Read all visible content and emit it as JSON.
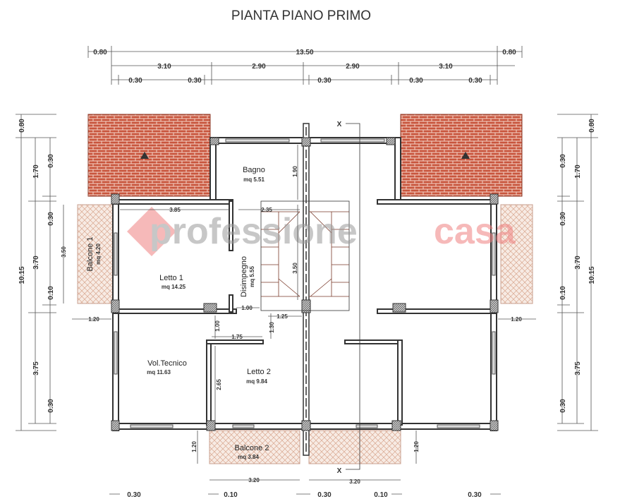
{
  "title": "PIANTA PIANO PRIMO",
  "watermark": {
    "part1": "professione",
    "part2": "casa",
    "color1": "#9a9a9a",
    "color2": "#f08080"
  },
  "colors": {
    "roof": "#c8553d",
    "balcony": "#e9c6b6",
    "wall_hatch": "#555555"
  },
  "rooms": {
    "bagno": {
      "name": "Bagno",
      "area": "mq 5.51"
    },
    "letto1": {
      "name": "Letto 1",
      "area": "mq 14.25"
    },
    "disimpegno": {
      "name": "Disimpegno",
      "area": "mq 5.55"
    },
    "vol_tecnico": {
      "name": "Vol.Tecnico",
      "area": "mq 11.63"
    },
    "letto2": {
      "name": "Letto 2",
      "area": "mq 9.84"
    },
    "balcone1": {
      "name": "Balcone 1",
      "area": "mq 4.20"
    },
    "balcone2": {
      "name": "Balcone 2",
      "area": "mq 3.84"
    }
  },
  "section_marker": "X",
  "top_dims": {
    "row1": [
      "0.80",
      "13.50",
      "0.80"
    ],
    "row2": [
      "3.10",
      "2.90",
      "2.90",
      "3.10"
    ],
    "row3": [
      "0.30",
      "0.30",
      "0.30",
      "0.30",
      "0.30"
    ]
  },
  "left_dims": [
    "0.80",
    "1.70",
    "0.30",
    "0.30",
    "3.70",
    "0.10",
    "10.15",
    "3.75",
    "0.30"
  ],
  "right_dims": [
    "0.80",
    "0.30",
    "1.70",
    "0.30",
    "3.70",
    "0.10",
    "10.15",
    "3.75",
    "0.30"
  ],
  "inner_dims": {
    "letto1_width": "3.85",
    "stair_width": "2.35",
    "bagno_depth": "1.90",
    "stair_depth": "3.50",
    "door_left": "1.00",
    "landing": "1.25",
    "landing_depth": "1.30",
    "wall_offset": "1.00",
    "letto2_niche": "1.75",
    "letto2_wall": "2.65",
    "balcone1_len": "3.50",
    "balcone1_depth": "1.20",
    "balcone_right_depth": "1.20",
    "balcone2_depth": "1.20",
    "balcone_br_depth": "1.20",
    "balcone2_width": "3.20",
    "balcone_br_width": "3.20"
  },
  "bottom_dims": [
    "0.30",
    "0.10",
    "0.30",
    "0.10",
    "0.30"
  ]
}
